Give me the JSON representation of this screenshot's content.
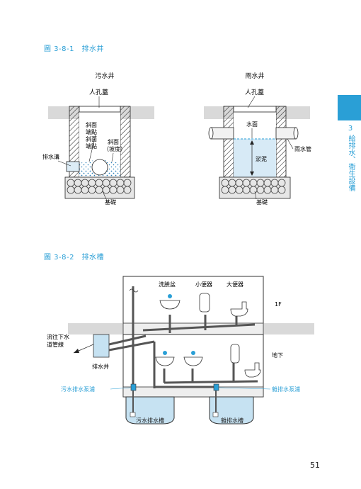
{
  "fig1": {
    "caption": "圖 3-8-1　排水井",
    "left": {
      "title": "污水井",
      "cover": "人孔蓋",
      "slope_top_1": "斜面",
      "slope_top_2": "端點",
      "slope_bot_1": "斜面",
      "slope_bot_2": "端點",
      "slope_a": "斜面",
      "slope_b": "（坡度）",
      "ditch": "排水溝",
      "base": "基礎"
    },
    "right": {
      "title": "雨水井",
      "cover": "人孔蓋",
      "water_surface": "水面",
      "sludge": "淤泥",
      "rain_pipe": "雨水管",
      "base": "基礎"
    }
  },
  "fig2": {
    "caption": "圖 3-8-2　排水槽",
    "washbasin": "洗臉盆",
    "urinal": "小便器",
    "toilet": "大便器",
    "floor_1f": "1F",
    "basement": "地下",
    "flow_1": "流往下水",
    "flow_2": "道管線",
    "drain_well": "排水井",
    "sewage_pump": "污水排水泵浦",
    "misc_pump": "雜排水泵浦",
    "sewage_tank": "污水排水槽",
    "misc_tank": "雜排水槽"
  },
  "sidebar": {
    "number": "3",
    "label": "給排水、衛生設備"
  },
  "page": {
    "number": "51"
  },
  "colors": {
    "accent": "#2a9fd6",
    "water": "#c6e2f2",
    "ground": "#d9d9d9"
  }
}
